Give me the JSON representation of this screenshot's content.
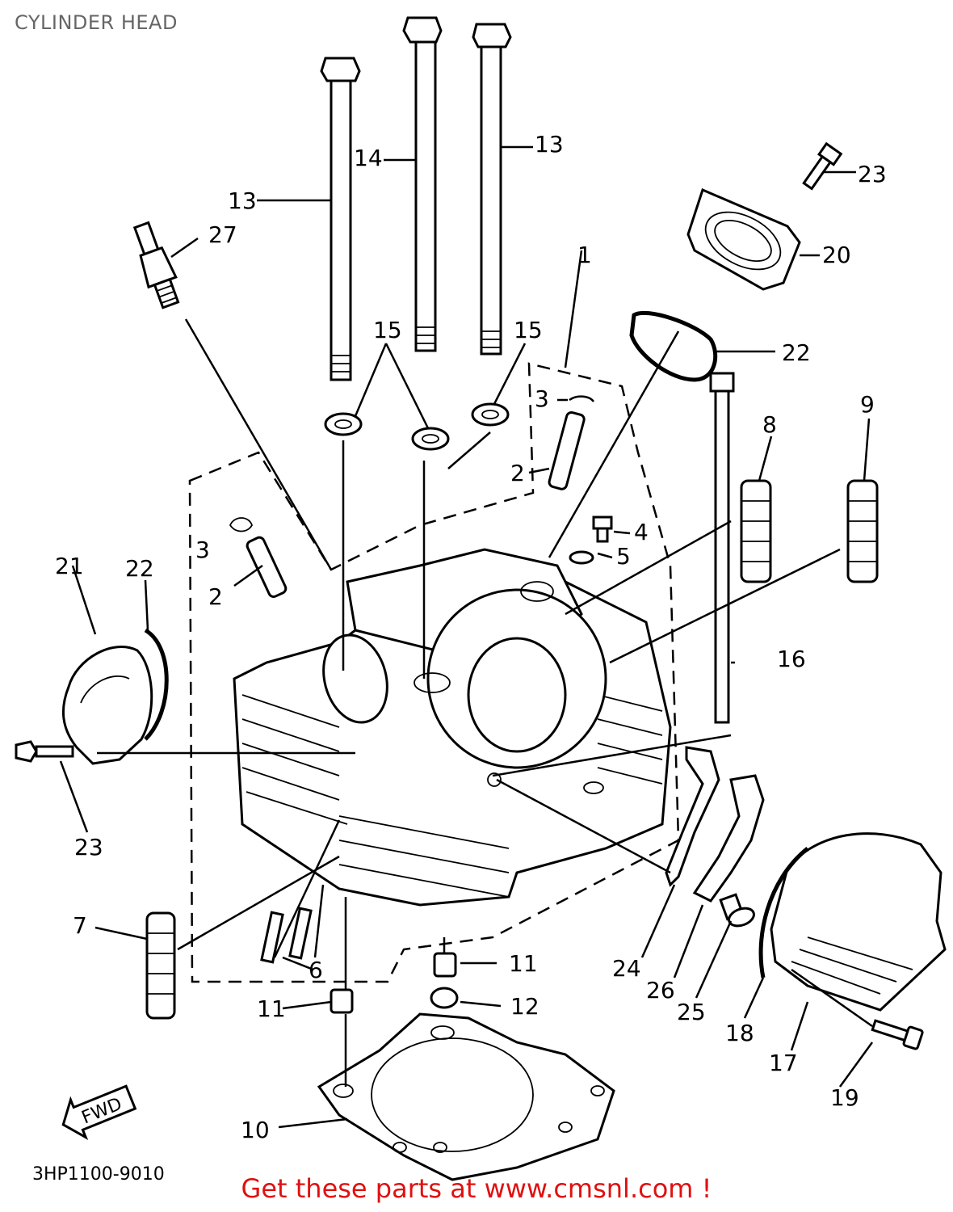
{
  "header": {
    "title": "CYLINDER HEAD"
  },
  "diagram": {
    "callouts": [
      {
        "id": "c13a",
        "text": "13"
      },
      {
        "id": "c14",
        "text": "14"
      },
      {
        "id": "c13b",
        "text": "13"
      },
      {
        "id": "c23a",
        "text": "23"
      },
      {
        "id": "c27",
        "text": "27"
      },
      {
        "id": "c20",
        "text": "20"
      },
      {
        "id": "c1",
        "text": "1"
      },
      {
        "id": "c15a",
        "text": "15"
      },
      {
        "id": "c15b",
        "text": "15"
      },
      {
        "id": "c22a",
        "text": "22"
      },
      {
        "id": "c3a",
        "text": "3"
      },
      {
        "id": "c9",
        "text": "9"
      },
      {
        "id": "c8",
        "text": "8"
      },
      {
        "id": "c2a",
        "text": "2"
      },
      {
        "id": "c3b",
        "text": "3"
      },
      {
        "id": "c4",
        "text": "4"
      },
      {
        "id": "c5",
        "text": "5"
      },
      {
        "id": "c21",
        "text": "21"
      },
      {
        "id": "c22b",
        "text": "22"
      },
      {
        "id": "c2b",
        "text": "2"
      },
      {
        "id": "c16",
        "text": "16"
      },
      {
        "id": "c23b",
        "text": "23"
      },
      {
        "id": "c7",
        "text": "7"
      },
      {
        "id": "c6",
        "text": "6"
      },
      {
        "id": "c11a",
        "text": "11"
      },
      {
        "id": "c11b",
        "text": "11"
      },
      {
        "id": "c12",
        "text": "12"
      },
      {
        "id": "c24",
        "text": "24"
      },
      {
        "id": "c26",
        "text": "26"
      },
      {
        "id": "c25",
        "text": "25"
      },
      {
        "id": "c18",
        "text": "18"
      },
      {
        "id": "c17",
        "text": "17"
      },
      {
        "id": "c19",
        "text": "19"
      },
      {
        "id": "c10",
        "text": "10"
      }
    ],
    "fwd_label": "FWD",
    "part_code": "3HP1100-9010"
  },
  "footer": {
    "link_text": "Get these parts at www.cmsnl.com !"
  },
  "colors": {
    "footer_text": "#e01010",
    "title_text": "#666666",
    "line": "#000000"
  }
}
